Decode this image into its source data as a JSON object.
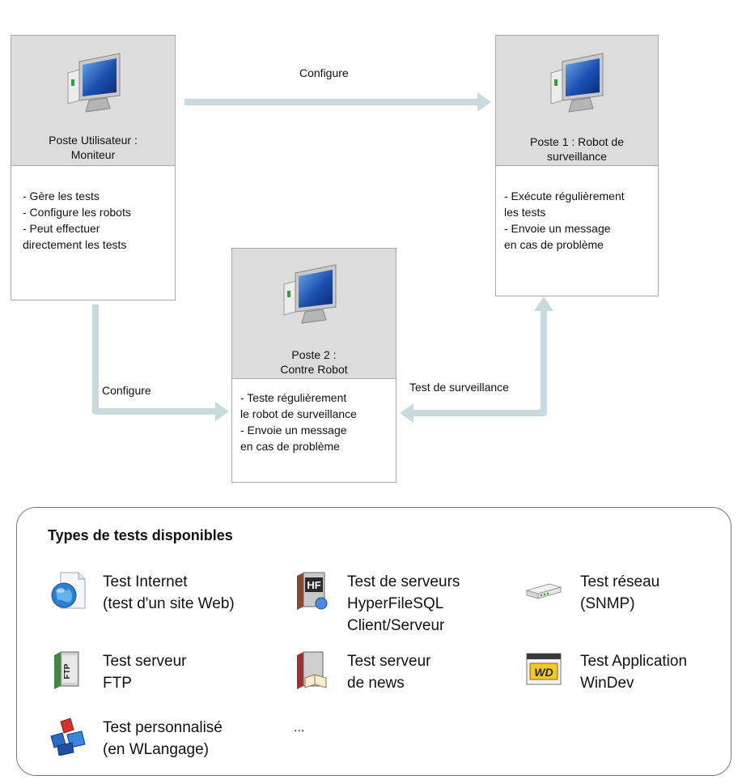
{
  "nodes": {
    "user": {
      "title": [
        "Poste Utilisateur :",
        "Moniteur"
      ],
      "items": [
        "- Gère les tests",
        "- Configure les robots",
        "- Peut effectuer",
        "directement les tests"
      ],
      "icon": "computer-icon"
    },
    "robot1": {
      "title": [
        "Poste 1 : Robot de",
        "surveillance"
      ],
      "items": [
        "- Exécute régulièrement",
        "les tests",
        "- Envoie un message",
        "en cas de problème"
      ],
      "icon": "computer-icon"
    },
    "robot2": {
      "title": [
        "Poste 2 :",
        "Contre Robot"
      ],
      "items": [
        "- Teste régulièrement",
        "le robot de surveillance",
        "- Envoie un message",
        "en cas de problème"
      ],
      "icon": "computer-icon"
    }
  },
  "edges": {
    "top": "Configure",
    "left": "Configure",
    "right": "Test de surveillance"
  },
  "legend": {
    "title": "Types de tests disponibles",
    "items": [
      {
        "lines": [
          "Test Internet",
          "(test d'un site Web)"
        ],
        "icon": "globe-document-icon"
      },
      {
        "lines": [
          "Test de serveurs",
          "HyperFileSQL",
          "Client/Serveur"
        ],
        "icon": "hf-server-icon"
      },
      {
        "lines": [
          "Test réseau",
          "(SNMP)"
        ],
        "icon": "network-device-icon"
      },
      {
        "lines": [
          "Test serveur",
          "FTP"
        ],
        "icon": "ftp-server-icon"
      },
      {
        "lines": [
          "Test serveur",
          "de news"
        ],
        "icon": "news-server-icon"
      },
      {
        "lines": [
          "Test Application",
          "WinDev"
        ],
        "icon": "windev-icon"
      },
      {
        "lines": [
          "Test personnalisé",
          "(en WLangage)"
        ],
        "icon": "custom-blocks-icon"
      },
      {
        "lines": [
          "..."
        ],
        "icon": ""
      }
    ]
  },
  "colors": {
    "arrow": "#c8dadb",
    "header_bg": "#dcdcdc",
    "border": "#a9a9a9"
  }
}
